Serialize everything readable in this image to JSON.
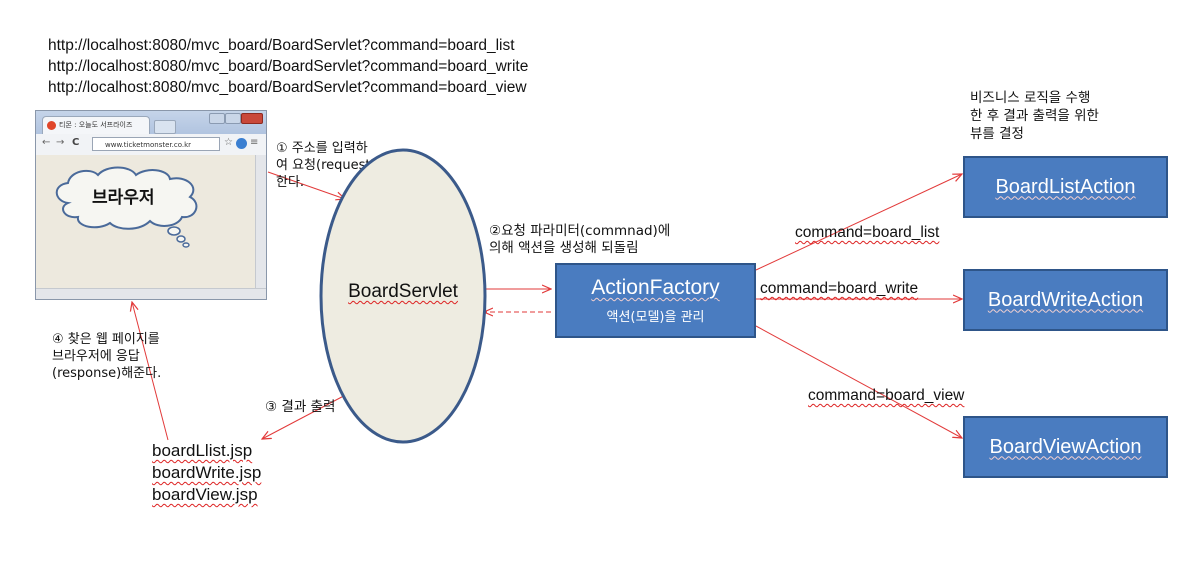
{
  "urls": [
    "http://localhost:8080/mvc_board/BoardServlet?command=board_list",
    "http://localhost:8080/mvc_board/BoardServlet?command=board_write",
    "http://localhost:8080/mvc_board/BoardServlet?command=board_view"
  ],
  "browser": {
    "tab_title": "티몬 : 오늘도 서프라이즈",
    "address": "www.ticketmonster.co.kr",
    "cloud_label": "브라우저"
  },
  "servlet": {
    "label": "BoardServlet"
  },
  "factory": {
    "title": "ActionFactory",
    "subtitle": "액션(모델)을 관리"
  },
  "actions": [
    {
      "label": "BoardListAction",
      "command": "command=board_list"
    },
    {
      "label": "BoardWriteAction",
      "command": "command=board_write"
    },
    {
      "label": "BoardViewAction",
      "command": "command=board_view"
    }
  ],
  "steps": {
    "step1": [
      "① 주소를 입력하",
      "여 요청(request)",
      "한다."
    ],
    "step2": [
      "②요청 파라미터(commnad)에",
      "의해 액션을 생성해 되돌림"
    ],
    "step3": "③ 결과 출력",
    "step4": [
      "④ 찾은 웹 페이지를",
      "브라우저에 응답",
      "(response)해준다."
    ]
  },
  "business_note": [
    "비즈니스 로직을 수행",
    "한 후 결과 출력을 위한",
    "뷰를 결정"
  ],
  "jsp_files": [
    "boardLlist.jsp",
    "boardWrite.jsp",
    "boardView.jsp"
  ],
  "colors": {
    "arrow": "#e23a3a",
    "box_fill": "#4a7cc0",
    "box_border": "#2e5589",
    "ellipse_fill": "#eeece1",
    "ellipse_border": "#3b5a8a"
  }
}
